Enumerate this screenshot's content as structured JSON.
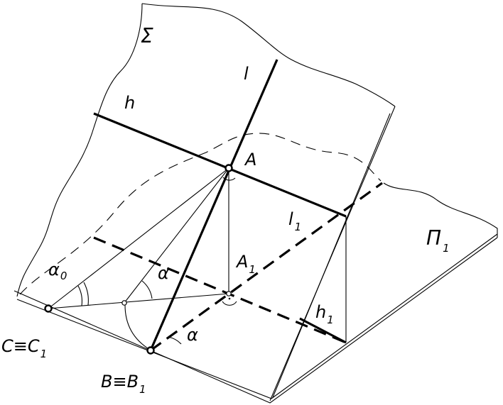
{
  "figure": {
    "labels": {
      "sigma": "Σ",
      "pi": "Π",
      "pi_sub": "1",
      "l": "l",
      "h": "h",
      "A": "A",
      "l1": "l",
      "l1_sub": "1",
      "A1": "A",
      "A1_sub": "1",
      "h1": "h",
      "h1_sub": "1",
      "alpha0": "α",
      "alpha0_sub": "0",
      "alpha_upper": "α",
      "alpha_lower": "α",
      "C": "C≡C",
      "C_sub": "1",
      "B": "B≡B",
      "B_sub": "1"
    }
  }
}
